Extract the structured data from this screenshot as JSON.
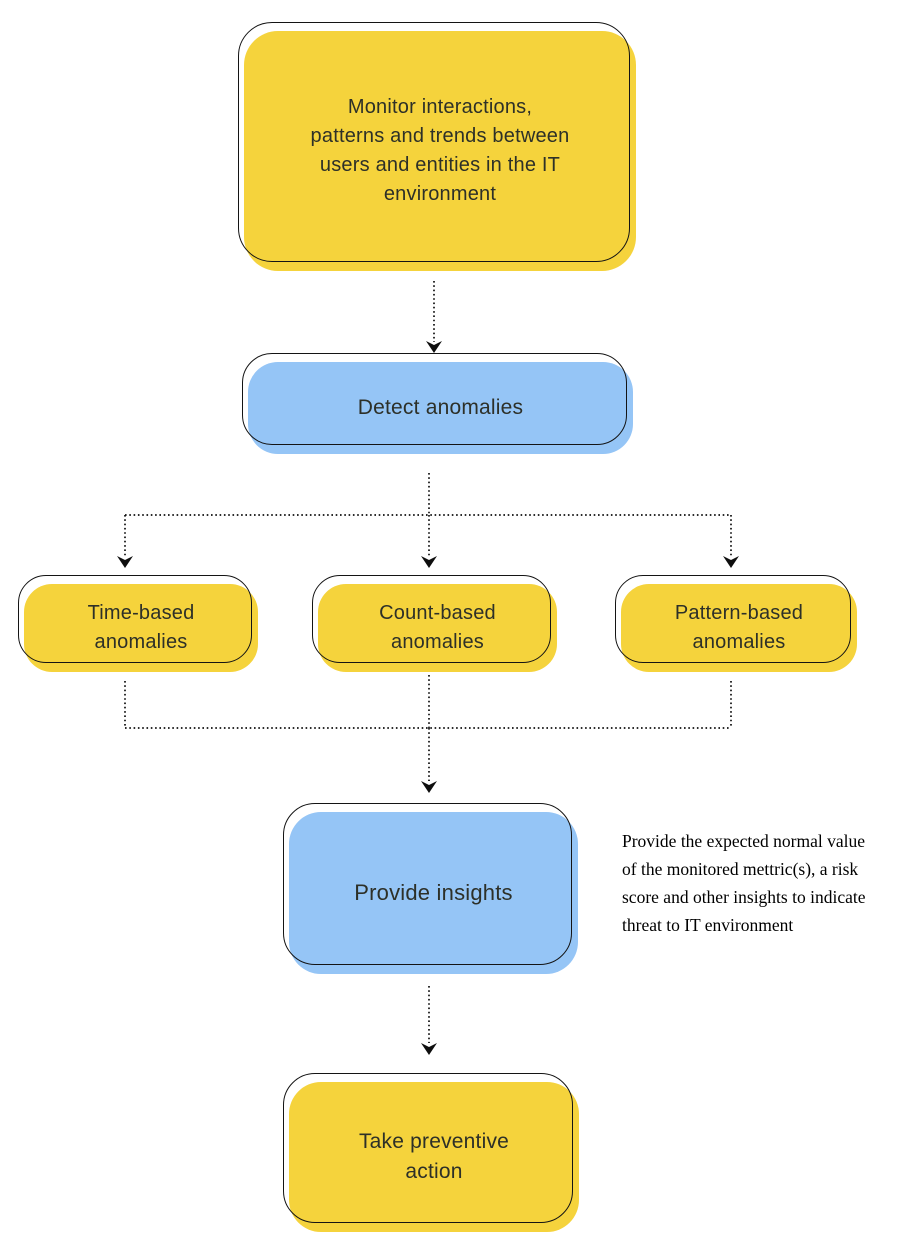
{
  "colors": {
    "background": "#ffffff",
    "yellow": "#F5D33C",
    "blue": "#95C5F6",
    "outline": "#141414",
    "connector": "#0e0e0e",
    "text_dark": "#2d3028",
    "annotation_text": "#000000"
  },
  "nodes": {
    "monitor": {
      "label": [
        "Monitor interactions,",
        "patterns and trends between",
        "users and entities in the IT",
        "environment"
      ],
      "color": "yellow"
    },
    "detect": {
      "label": "Detect anomalies",
      "color": "blue"
    },
    "time": {
      "label": [
        "Time-based",
        "anomalies"
      ],
      "color": "yellow"
    },
    "count": {
      "label": [
        "Count-based",
        "anomalies"
      ],
      "color": "yellow"
    },
    "pattern": {
      "label": [
        "Pattern-based",
        "anomalies"
      ],
      "color": "yellow"
    },
    "provide": {
      "label": "Provide insights",
      "color": "blue"
    },
    "take": {
      "label": [
        "Take preventive",
        "action"
      ],
      "color": "yellow"
    }
  },
  "annotation": {
    "lines": [
      "Provide the expected normal value",
      "of the monitored mettric(s), a risk",
      "score and other insights to indicate",
      "threat to IT environment"
    ]
  }
}
